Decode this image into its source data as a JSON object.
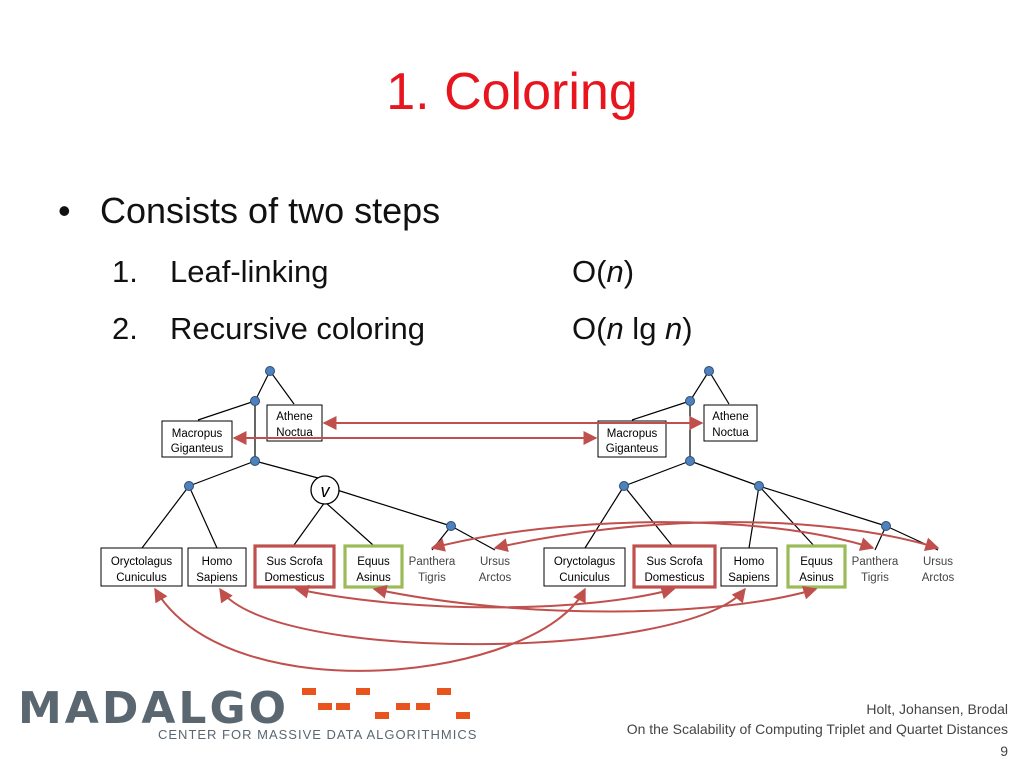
{
  "slide": {
    "title": "1. Coloring",
    "bullet": "Consists of two steps",
    "steps": [
      {
        "num": "1.",
        "label": "Leaf-linking",
        "complexity_prefix": "O(",
        "complexity_var": "n",
        "complexity_suffix": ")"
      },
      {
        "num": "2.",
        "label": "Recursive coloring",
        "complexity_prefix": "O(",
        "complexity_var": "n",
        "complexity_mid": " lg ",
        "complexity_var2": "n",
        "complexity_suffix": ")"
      }
    ]
  },
  "diagram": {
    "node_label_v": "v",
    "left_tree": {
      "athene": [
        "Athene",
        "Noctua"
      ],
      "macropus": [
        "Macropus",
        "Giganteus"
      ],
      "leaves": [
        [
          "Oryctolagus",
          "Cuniculus"
        ],
        [
          "Homo",
          "Sapiens"
        ],
        [
          "Sus Scrofa",
          "Domesticus"
        ],
        [
          "Equus",
          "Asinus"
        ],
        [
          "Panthera",
          "Tigris"
        ],
        [
          "Ursus",
          "Arctos"
        ]
      ]
    },
    "right_tree": {
      "athene": [
        "Athene",
        "Noctua"
      ],
      "macropus": [
        "Macropus",
        "Giganteus"
      ],
      "leaves": [
        [
          "Oryctolagus",
          "Cuniculus"
        ],
        [
          "Sus Scrofa",
          "Domesticus"
        ],
        [
          "Homo",
          "Sapiens"
        ],
        [
          "Equus",
          "Asinus"
        ],
        [
          "Panthera",
          "Tigris"
        ],
        [
          "Ursus",
          "Arctos"
        ]
      ]
    },
    "colors": {
      "link": "#c0504d",
      "highlight_red": "#c0504d",
      "highlight_green": "#9bbb59",
      "node": "#4f81bd"
    }
  },
  "logo": {
    "word": "MADALGO",
    "subtitle": "CENTER FOR MASSIVE DATA ALGORITHMICS",
    "accent": "#e8541e"
  },
  "footer": {
    "authors": "Holt, Johansen, Brodal",
    "paper_title": "On the Scalability of Computing Triplet and Quartet Distances",
    "page_number": "9"
  }
}
